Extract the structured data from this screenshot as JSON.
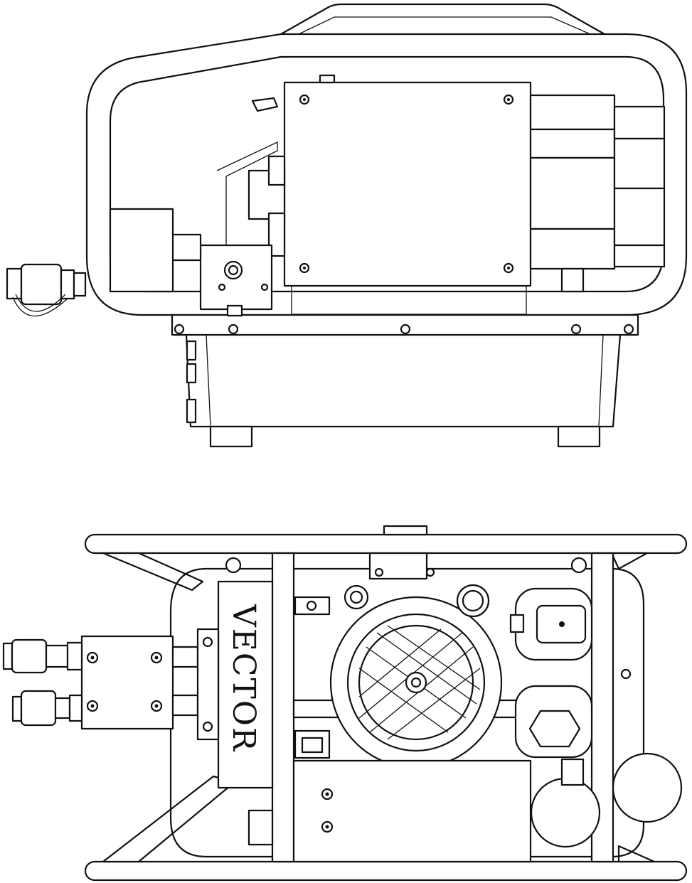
{
  "drawing": {
    "views": [
      {
        "id": "side-elevation"
      },
      {
        "id": "top-plan"
      }
    ],
    "logo": {
      "text": "VECTOR"
    }
  }
}
